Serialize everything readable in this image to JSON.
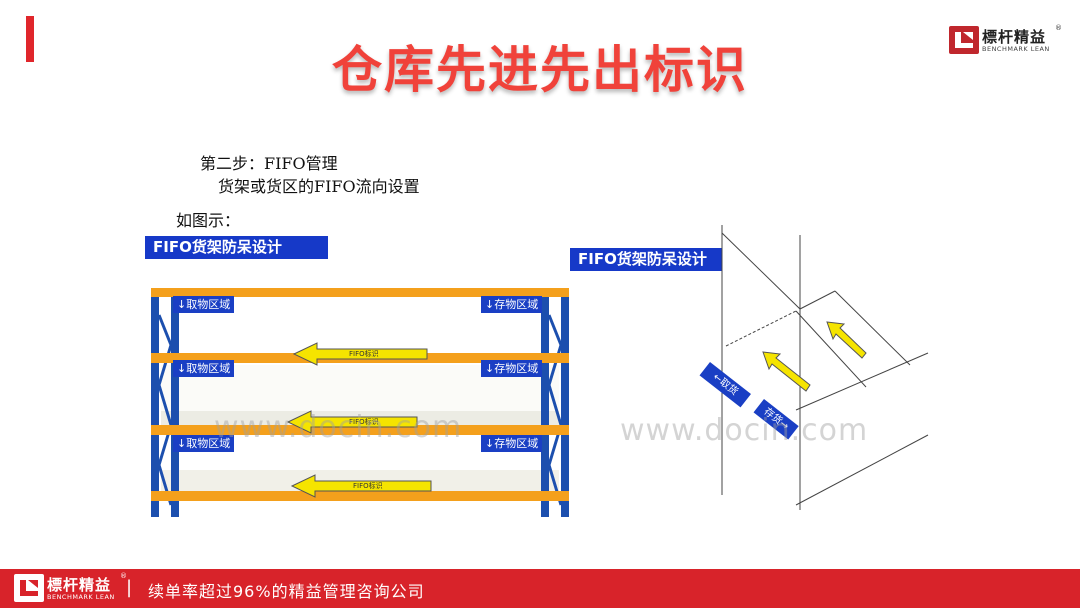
{
  "title": "仓库先进先出标识",
  "brand": {
    "name": "標杆精益",
    "sub": "BENCHMARK LEAN",
    "reg": "®",
    "accent": "#d8232a"
  },
  "content": {
    "step": "第二步：FIFO管理",
    "desc": "货架或货区的FIFO流向设置",
    "figure_intro": "如图示："
  },
  "rack_figure": {
    "header": "FIFO货架防呆设计",
    "left_labels": [
      "↓取物区域",
      "↓取物区域",
      "↓取物区域"
    ],
    "right_labels": [
      "↓存物区域",
      "↓存物区域",
      "↓存物区域"
    ],
    "arrow_label": "FIFO标识"
  },
  "flow_figure": {
    "header": "FIFO货架防呆设计",
    "take_label": "←取货",
    "store_label": "存货→"
  },
  "watermark": "www.docin.com",
  "footer": {
    "separator": "|",
    "slogan": "续单率超过96%的精益管理咨询公司"
  },
  "colors": {
    "title": "#f0423a",
    "header_blue": "#1639c8",
    "rack_orange": "#f4a01c",
    "rack_blue": "#1c4fae",
    "arrow_yellow": "#f5e400"
  }
}
